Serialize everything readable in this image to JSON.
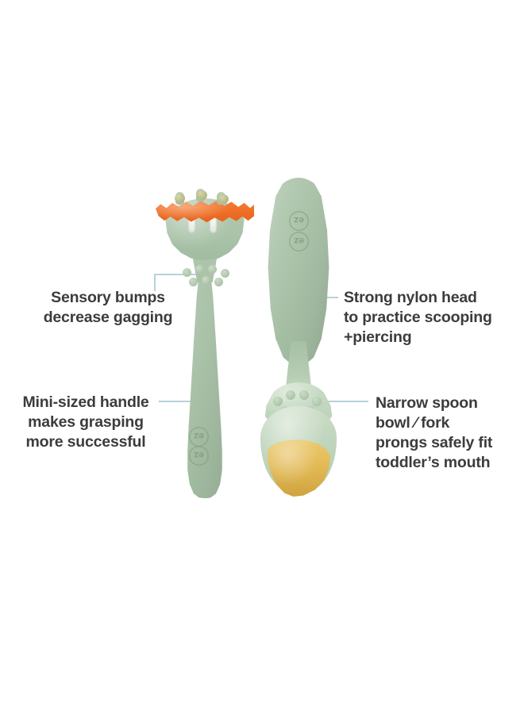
{
  "page": {
    "background_color": "#ffffff",
    "text_color": "#3c3c3c",
    "leader_line_color": "#b5d2d6"
  },
  "product": {
    "fork": {
      "name": "toddler-fork",
      "body_color": "#a9c2a8",
      "food_color": "#ef6f26",
      "food_description": "orange sweet potato slice pierced on prongs",
      "prong_count": 3,
      "logo_text": "ez"
    },
    "spoon": {
      "name": "toddler-spoon",
      "handle_color": "#a9c2a8",
      "bowl_color": "#c3d7bf",
      "food_color": "#e3bb57",
      "food_description": "yellow puree in spoon bowl",
      "logo_text": "ez"
    }
  },
  "callouts": [
    {
      "id": "sensory-bumps",
      "text": "Sensory bumps\ndecrease gagging",
      "side": "left",
      "align": "center"
    },
    {
      "id": "mini-handle",
      "text": "Mini-sized handle\nmakes grasping\nmore successful",
      "side": "left",
      "align": "center"
    },
    {
      "id": "nylon-head",
      "text": "Strong nylon head\nto practice scooping\n+piercing",
      "side": "right",
      "align": "left"
    },
    {
      "id": "narrow-bowl",
      "text": "Narrow spoon\nbowl ⁄ fork\nprongs safely fit\ntoddler’s mouth",
      "side": "right",
      "align": "left"
    }
  ]
}
